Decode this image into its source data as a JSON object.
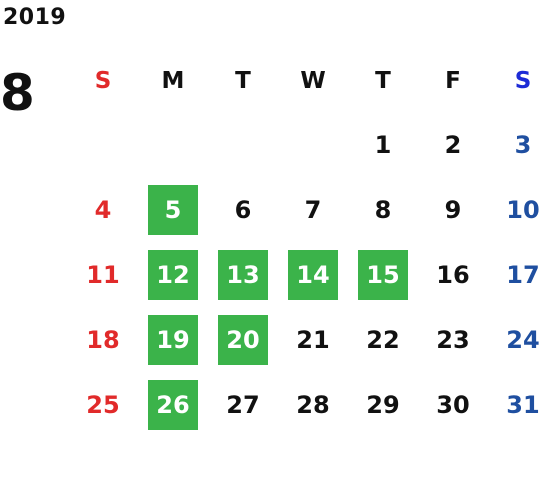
{
  "year": "2019",
  "month": "8",
  "colors": {
    "sunday": "#e12a2a",
    "saturday": "#1f4fa0",
    "saturday_header": "#1d2bd6",
    "weekday": "#111111",
    "highlight_bg": "#3bb34a",
    "highlight_text": "#ffffff"
  },
  "weekdays": [
    "S",
    "M",
    "T",
    "W",
    "T",
    "F",
    "S"
  ],
  "weeks": [
    [
      "",
      "",
      "",
      "",
      "1",
      "2",
      "3"
    ],
    [
      "4",
      "5",
      "6",
      "7",
      "8",
      "9",
      "10"
    ],
    [
      "11",
      "12",
      "13",
      "14",
      "15",
      "16",
      "17"
    ],
    [
      "18",
      "19",
      "20",
      "21",
      "22",
      "23",
      "24"
    ],
    [
      "25",
      "26",
      "27",
      "28",
      "29",
      "30",
      "31"
    ]
  ],
  "highlighted_days": [
    "5",
    "12",
    "13",
    "14",
    "15",
    "19",
    "20",
    "26"
  ]
}
